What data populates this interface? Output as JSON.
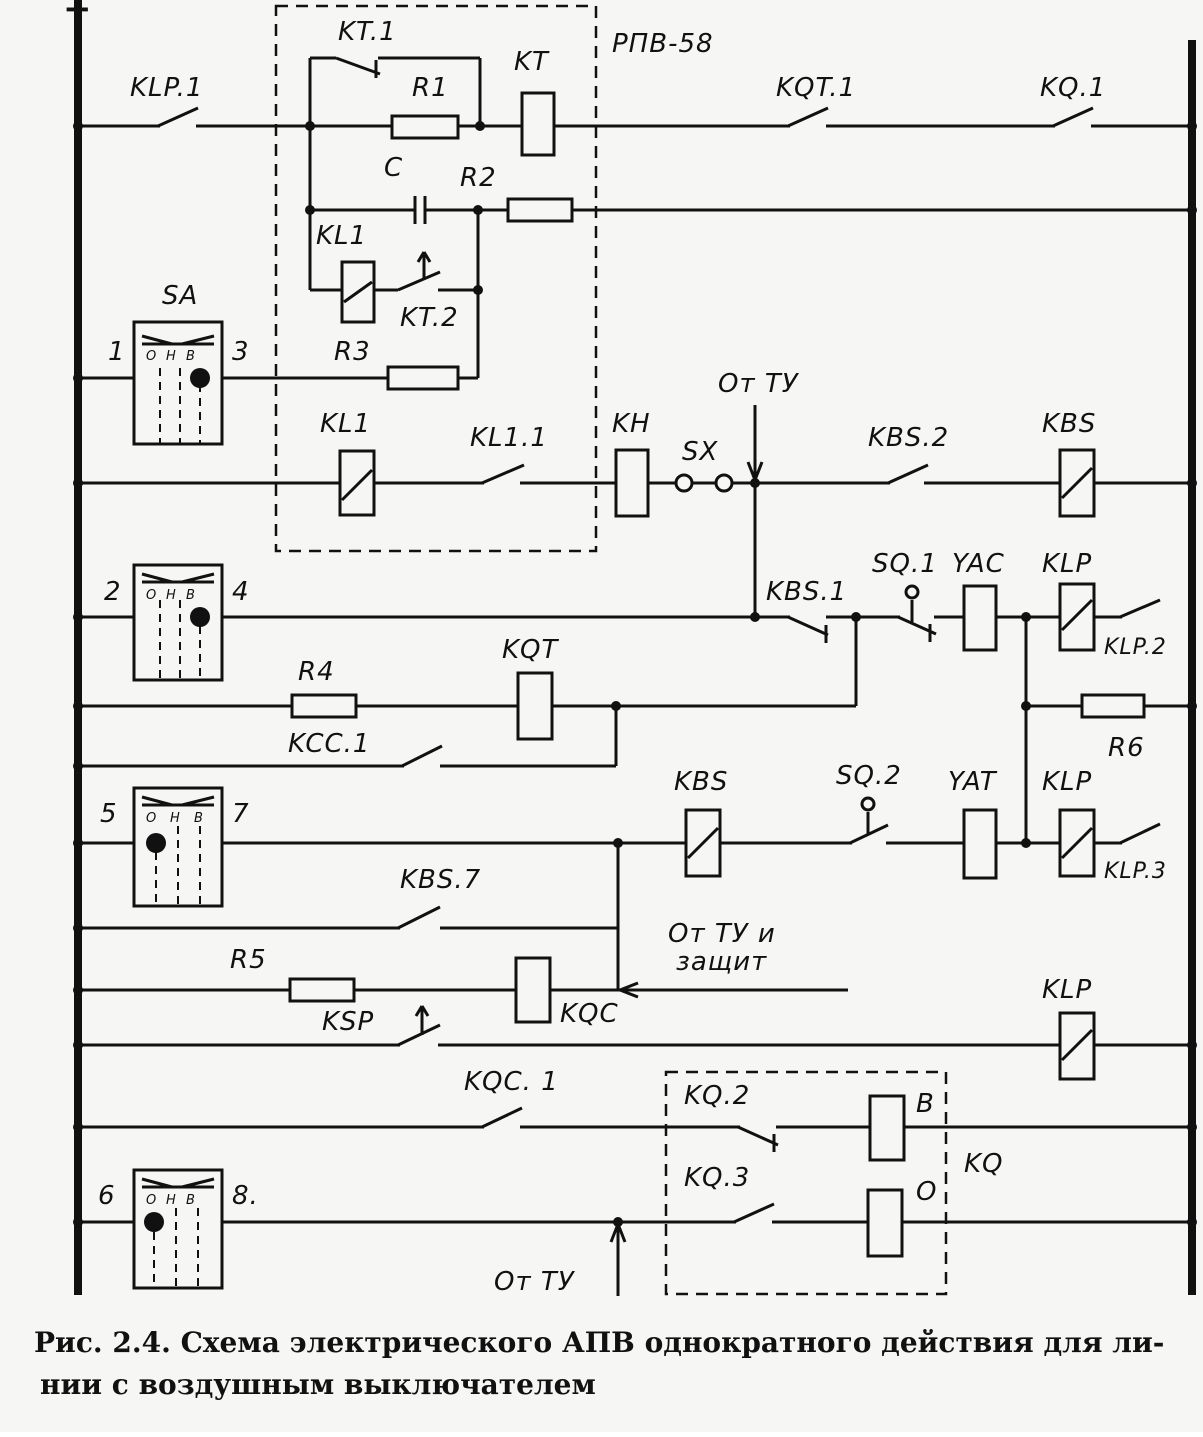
{
  "top_marks": {
    "plus": "+"
  },
  "relay_block": {
    "title": "РПВ-58"
  },
  "labels": {
    "klp1": "KLP.1",
    "kt1": "KT.1",
    "r1": "R1",
    "kt": "KT",
    "kqt1": "KQT.1",
    "kq1": "KQ.1",
    "c": "C",
    "r2": "R2",
    "kl1_top": "KL1",
    "kt2": "KT.2",
    "sa": "SA",
    "r3": "R3",
    "kl1_coil": "KL1",
    "kl11": "KL1.1",
    "kh": "KH",
    "sx": "SX",
    "ot_tu_1": "От ТУ",
    "kbs2": "KBS.2",
    "kbs_coil_top": "KBS",
    "sq1": "SQ.1",
    "yac": "YAC",
    "klp_1": "KLP",
    "kbs1": "KBS.1",
    "klp2": "KLP.2",
    "r4": "R4",
    "kqt": "KQT",
    "r6": "R6",
    "kcc1": "KCC.1",
    "kbs_coil": "KBS",
    "sq2": "SQ.2",
    "yat": "YAT",
    "klp_2": "KLP",
    "klp3": "KLP.3",
    "kbs7": "KBS.7",
    "ot_tu_zashchit_1": "От ТУ и",
    "ot_tu_zashchit_2": "защит",
    "r5": "R5",
    "kqc": "KQC",
    "ksp": "KSP",
    "klp_3": "KLP",
    "kqc1": "KQC. 1",
    "kq2": "KQ.2",
    "b": "В",
    "kq": "KQ",
    "kq3": "KQ.3",
    "o": "О",
    "ot_tu_2": "От ТУ"
  },
  "switches": {
    "sa1": {
      "left": "1",
      "right": "3",
      "label": "SA"
    },
    "sa2": {
      "left": "2",
      "right": "4"
    },
    "sa3": {
      "left": "5",
      "right": "7"
    },
    "sa4": {
      "left": "6",
      "right": "8."
    }
  },
  "switch_face": {
    "o": "О",
    "n": "Н",
    "v": "В"
  },
  "caption": {
    "line1": "Рис. 2.4. Схема электрического АПВ однократного действия для ли-",
    "line2": "нии с воздушным выключателем"
  }
}
